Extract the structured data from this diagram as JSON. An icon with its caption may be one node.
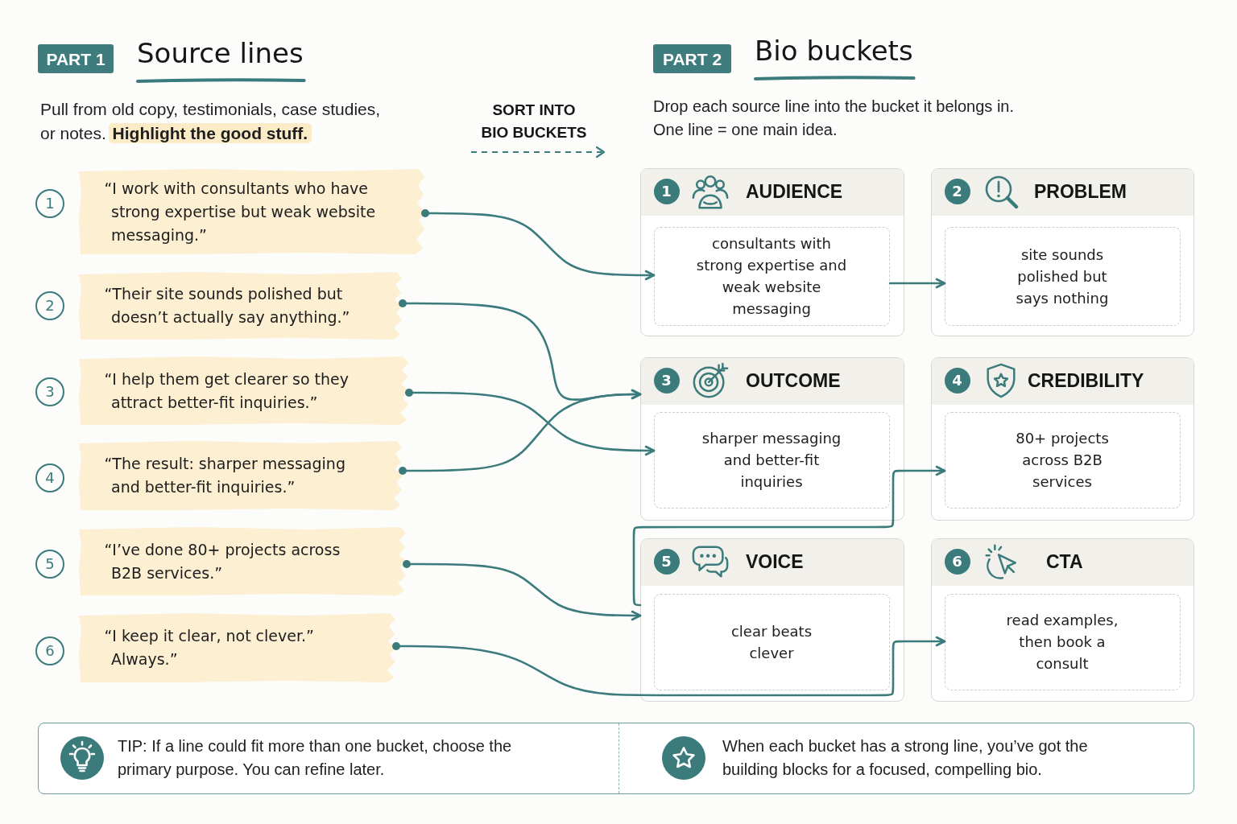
{
  "diagram": {
    "nodes": [
      {
        "text": [
          "PART 1"
        ]
      },
      {
        "text": [
          "PART 2"
        ]
      },
      {
        "text": [
          "1"
        ]
      },
      {
        "text": [
          "“I work with consultants who have strong expertise but weak website messaging.”"
        ]
      },
      {
        "text": [
          "2"
        ]
      },
      {
        "text": [
          "“Their site sounds polished but doesn’t actually say anything.”"
        ]
      },
      {
        "text": [
          "3"
        ]
      },
      {
        "text": [
          "“I help them get clearer so they attract better-fit inquiries.”"
        ]
      },
      {
        "text": [
          "4"
        ]
      },
      {
        "text": [
          "“The result: sharper messaging and better-fit inquiries.”"
        ]
      },
      {
        "text": [
          "5"
        ]
      },
      {
        "text": [
          "“I’ve done 80+ projects across B2B services.”"
        ]
      },
      {
        "text": [
          "6"
        ]
      },
      {
        "text": [
          "“I keep it clear, not clever.” Always.”"
        ]
      },
      {
        "text": [
          "AUDIENCE"
        ]
      },
      {
        "text": [
          "1"
        ],
        "in": 14
      },
      {
        "text": [
          "consultants with strong expertise and weak website messaging"
        ],
        "in": 14
      },
      {
        "text": [
          "PROBLEM"
        ]
      },
      {
        "text": [
          "2"
        ],
        "in": 17
      },
      {
        "text": [
          "site sounds polished but says nothing"
        ],
        "in": 17
      },
      {
        "text": [
          "OUTCOME"
        ]
      },
      {
        "text": [
          "3"
        ],
        "in": 20
      },
      {
        "text": [
          "sharper messaging and better-fit inquiries"
        ],
        "in": 20
      },
      {
        "text": [
          "CREDIBILITY"
        ]
      },
      {
        "text": [
          "4"
        ],
        "in": 23
      },
      {
        "text": [
          "80+ projects across B2B services"
        ],
        "in": 23
      },
      {
        "text": [
          "VOICE"
        ]
      },
      {
        "text": [
          "5"
        ],
        "in": 26
      },
      {
        "text": [
          "clear beats clever"
        ],
        "in": 26
      },
      {
        "text": [
          "CTA"
        ]
      },
      {
        "text": [
          "6"
        ],
        "in": 29
      },
      {
        "text": [
          "read examples, then book a consult"
        ],
        "in": 29
      },
      {
        "text": [
          "TIP: If a line could fit more than one bucket, choose the primary purpose. You can refine later.",
          "When each bucket has a strong line, you’ve got the building blocks for a focused, compelling bio."
        ]
      }
    ],
    "edges": [
      {
        "from": 3,
        "to": 16,
        "arrow": "to"
      },
      {
        "from": 5,
        "to": 20,
        "arrow": "to"
      },
      {
        "from": 7,
        "to": 22,
        "arrow": "to"
      },
      {
        "from": 9,
        "to": 20,
        "arrow": "to"
      },
      {
        "from": 16,
        "to": 19,
        "arrow": "to"
      },
      {
        "from": 11,
        "to": 26,
        "arrow": "to"
      },
      {
        "from": 26,
        "to": 25,
        "arrow": "to"
      },
      {
        "from": 13,
        "to": 31,
        "arrow": "to"
      }
    ],
    "labels": [
      "Source lines",
      "Bio buckets",
      "Pull from old copy, testimonials, case studies, or notes. **Highlight the good stuff.**",
      "SORT INTO BIO BUCKETS",
      "Drop each source line into the bucket it belongs in.",
      "One line = one main idea."
    ]
  }
}
